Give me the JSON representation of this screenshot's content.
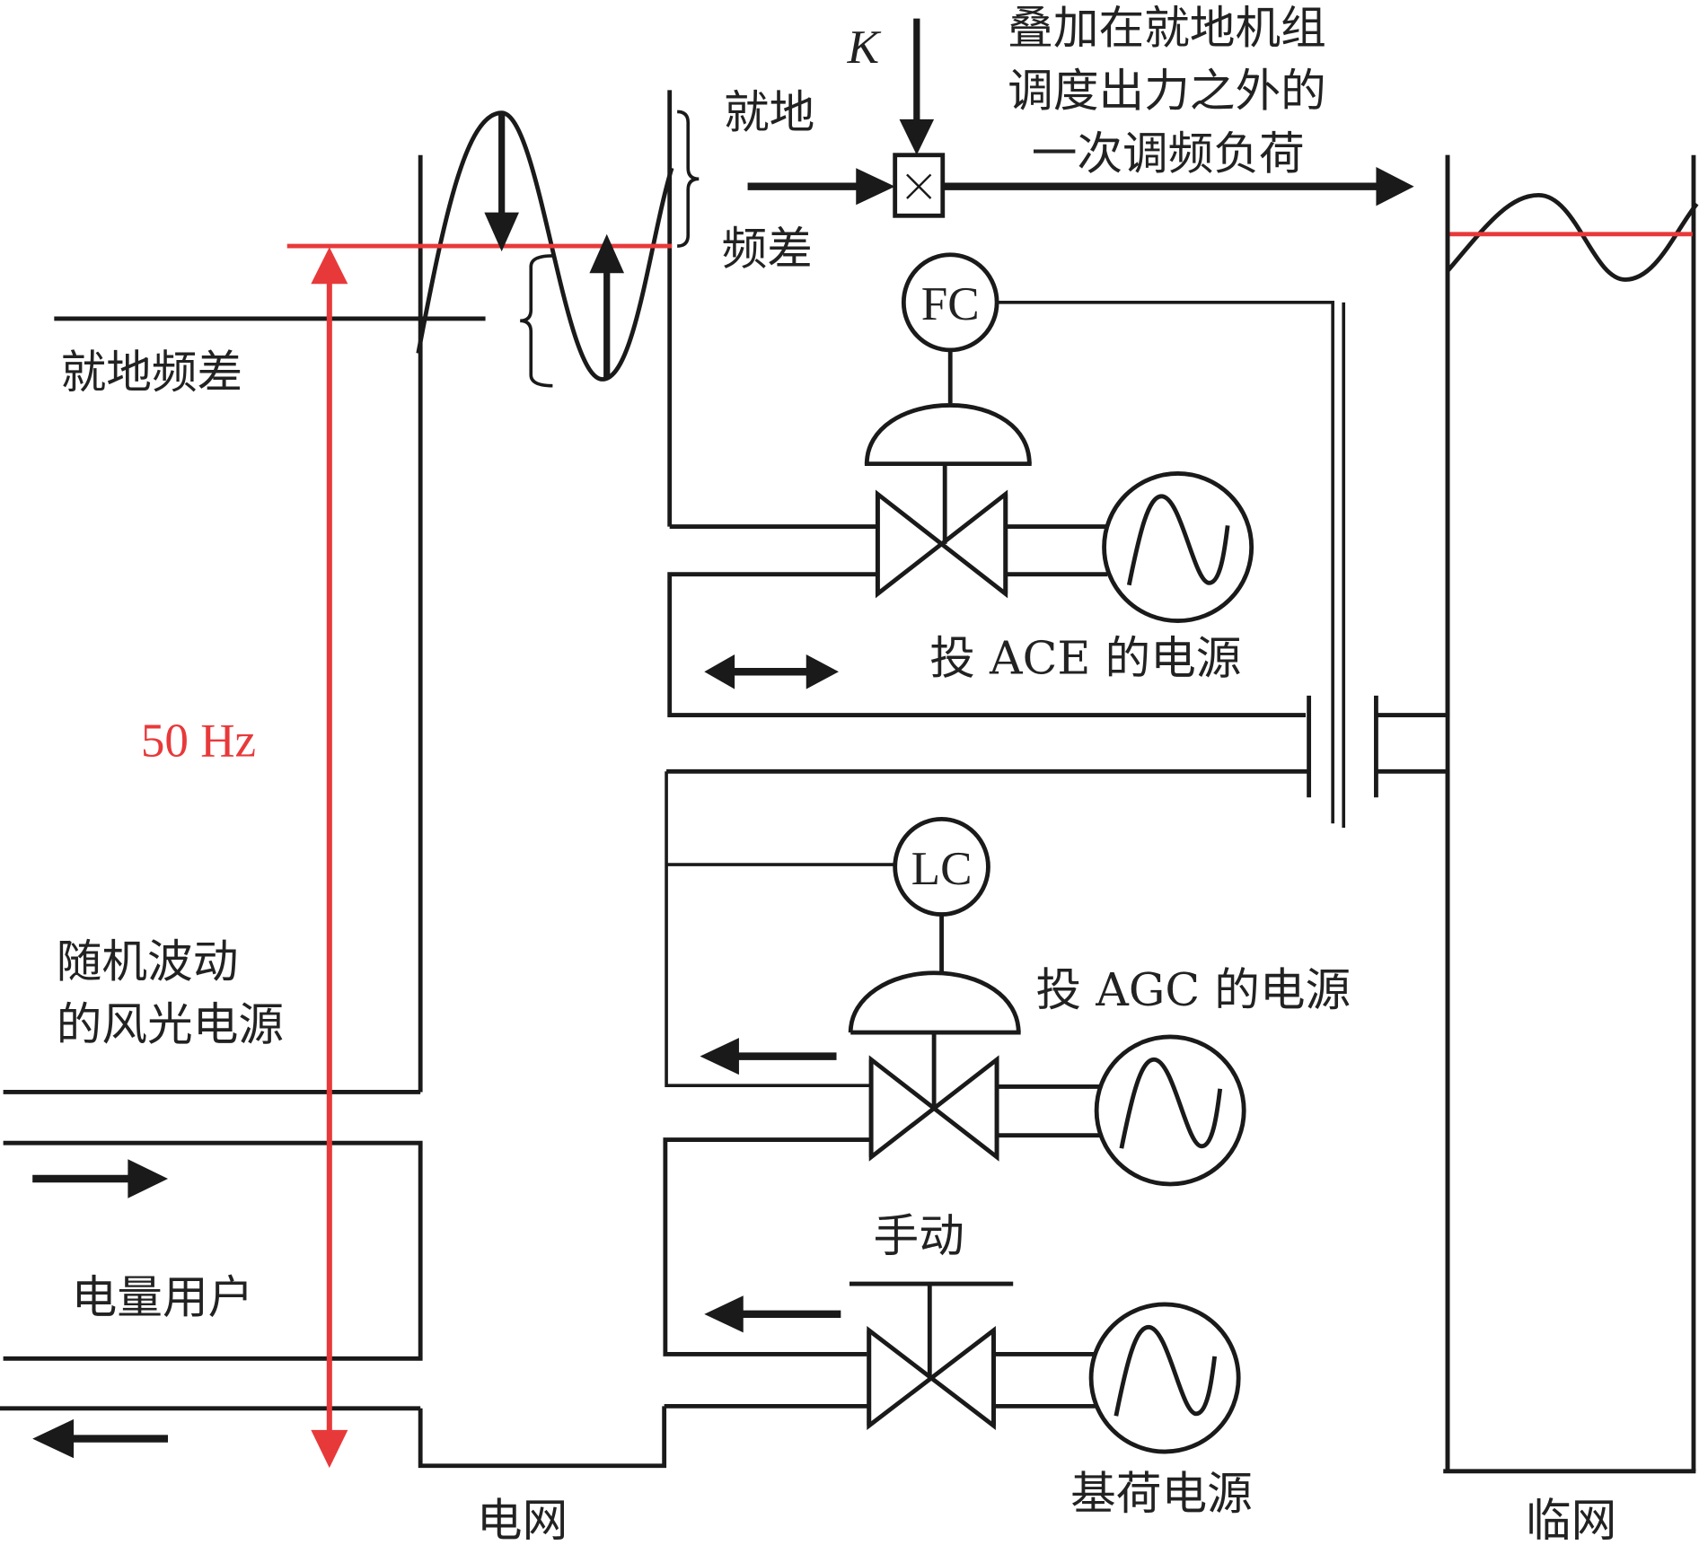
{
  "diagram": {
    "title": "",
    "colors": {
      "line": "#1a1a1a",
      "reference_line": "#e8393a"
    },
    "labels": {
      "local_freq_diff_top": "就地",
      "local_freq_diff_bottom": "频差",
      "gain": "K",
      "multiplier_symbol": "×",
      "superposed_load_line1": "叠加在就地机组",
      "superposed_load_line2": "调度出力之外的",
      "superposed_load_line3": "一次调频负荷",
      "local_freq_diff_left": "就地频差",
      "frequency_ref": "50 Hz",
      "fc_controller": "FC",
      "lc_controller": "LC",
      "ace_source": "投 ACE 的电源",
      "agc_source": "投 AGC 的电源",
      "manual": "手动",
      "base_load_source": "基荷电源",
      "renewable_line1": "随机波动",
      "renewable_line2": "的风光电源",
      "consumers": "电量用户",
      "grid": "电网",
      "neighbor_grid": "临网"
    },
    "icons": {
      "generator": "generator-sine-icon",
      "valve": "butterfly-valve-icon",
      "actuator": "diaphragm-actuator-icon",
      "arrow_bidirectional": "double-arrow-icon",
      "arrow_left": "arrow-left-icon",
      "arrow_right": "arrow-right-icon",
      "tie_line": "tie-line-icon"
    }
  }
}
